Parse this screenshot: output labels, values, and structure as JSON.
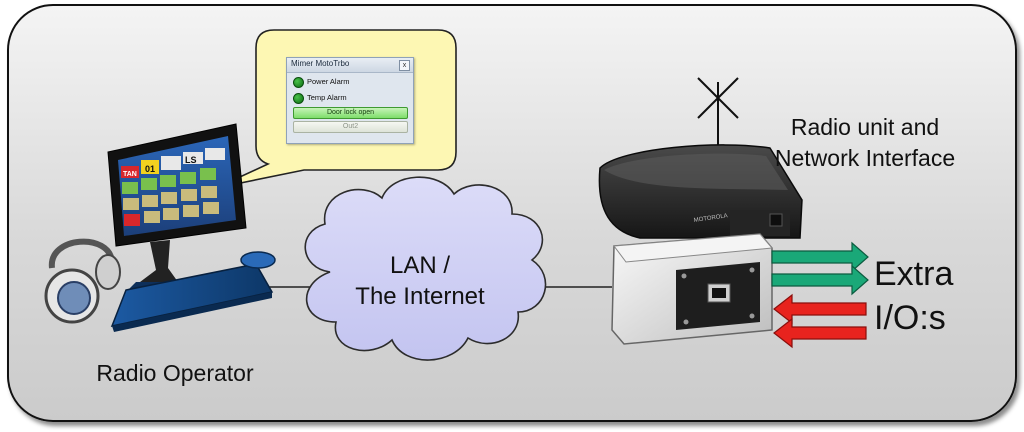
{
  "labels": {
    "radio_operator": "Radio Operator",
    "radio_unit_line1": "Radio unit and",
    "radio_unit_line2": "Network Interface",
    "cloud_line1": "LAN /",
    "cloud_line2": "The Internet",
    "extra_line1": "Extra",
    "extra_line2": "I/O:s",
    "device_brand": "MOTOROLA"
  },
  "popup": {
    "title": "Mimer MotoTrbo",
    "close_glyph": "x",
    "alarms": [
      "Power Alarm",
      "Temp Alarm"
    ],
    "buttons": [
      {
        "label": "Door lock open",
        "active": true
      },
      {
        "label": "Out2",
        "active": false
      }
    ]
  },
  "monitor_screen": {
    "channel_labels": [
      "TAN",
      "01",
      "LS"
    ]
  },
  "colors": {
    "output_arrow": "#1aa878",
    "input_arrow": "#e8231e",
    "cloud_fill": "#cfd0f5",
    "callout_fill": "#fdf7b3",
    "alarm_green": "#1a8c22"
  }
}
